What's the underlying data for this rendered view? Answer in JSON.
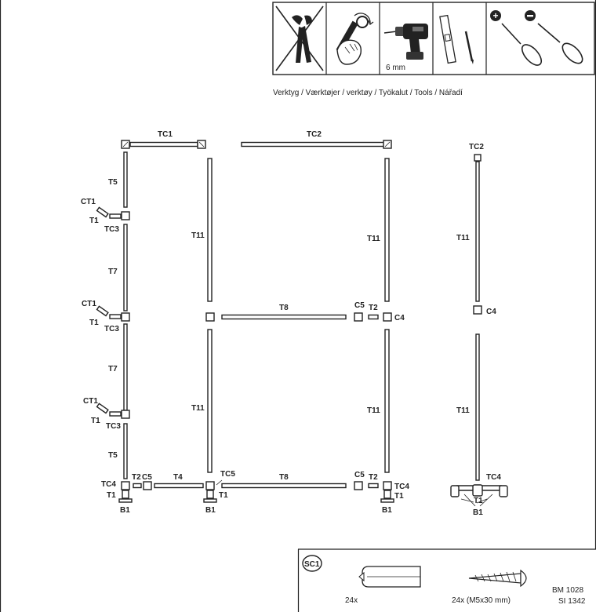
{
  "tools": {
    "caption": "Verktyg / Værktøjer / verktøy / Työkalut / Tools / Nářadí",
    "drill_size": "6 mm",
    "items": [
      {
        "icon": "crossed-out-pliers-icon"
      },
      {
        "icon": "hand-wrench-icon"
      },
      {
        "icon": "cordless-drill-icon"
      },
      {
        "icon": "level-and-pencil-icon"
      },
      {
        "icon": "screwdrivers-plus-minus-icon"
      }
    ]
  },
  "parts": {
    "TC1": "TC1",
    "TC2": "TC2",
    "TC3": "TC3",
    "TC4": "TC4",
    "TC5": "TC5",
    "T1": "T1",
    "T2": "T2",
    "T4": "T4",
    "T5": "T5",
    "T7": "T7",
    "T8": "T8",
    "T11": "T11",
    "CT1": "CT1",
    "C4": "C4",
    "C5": "C5",
    "B1": "B1"
  },
  "hardware": {
    "badge": "SC1",
    "plug_qty": "24x",
    "screw_qty": "24x (M5x30 mm)",
    "code_1": "BM 1028",
    "code_2": "SI 1342"
  }
}
